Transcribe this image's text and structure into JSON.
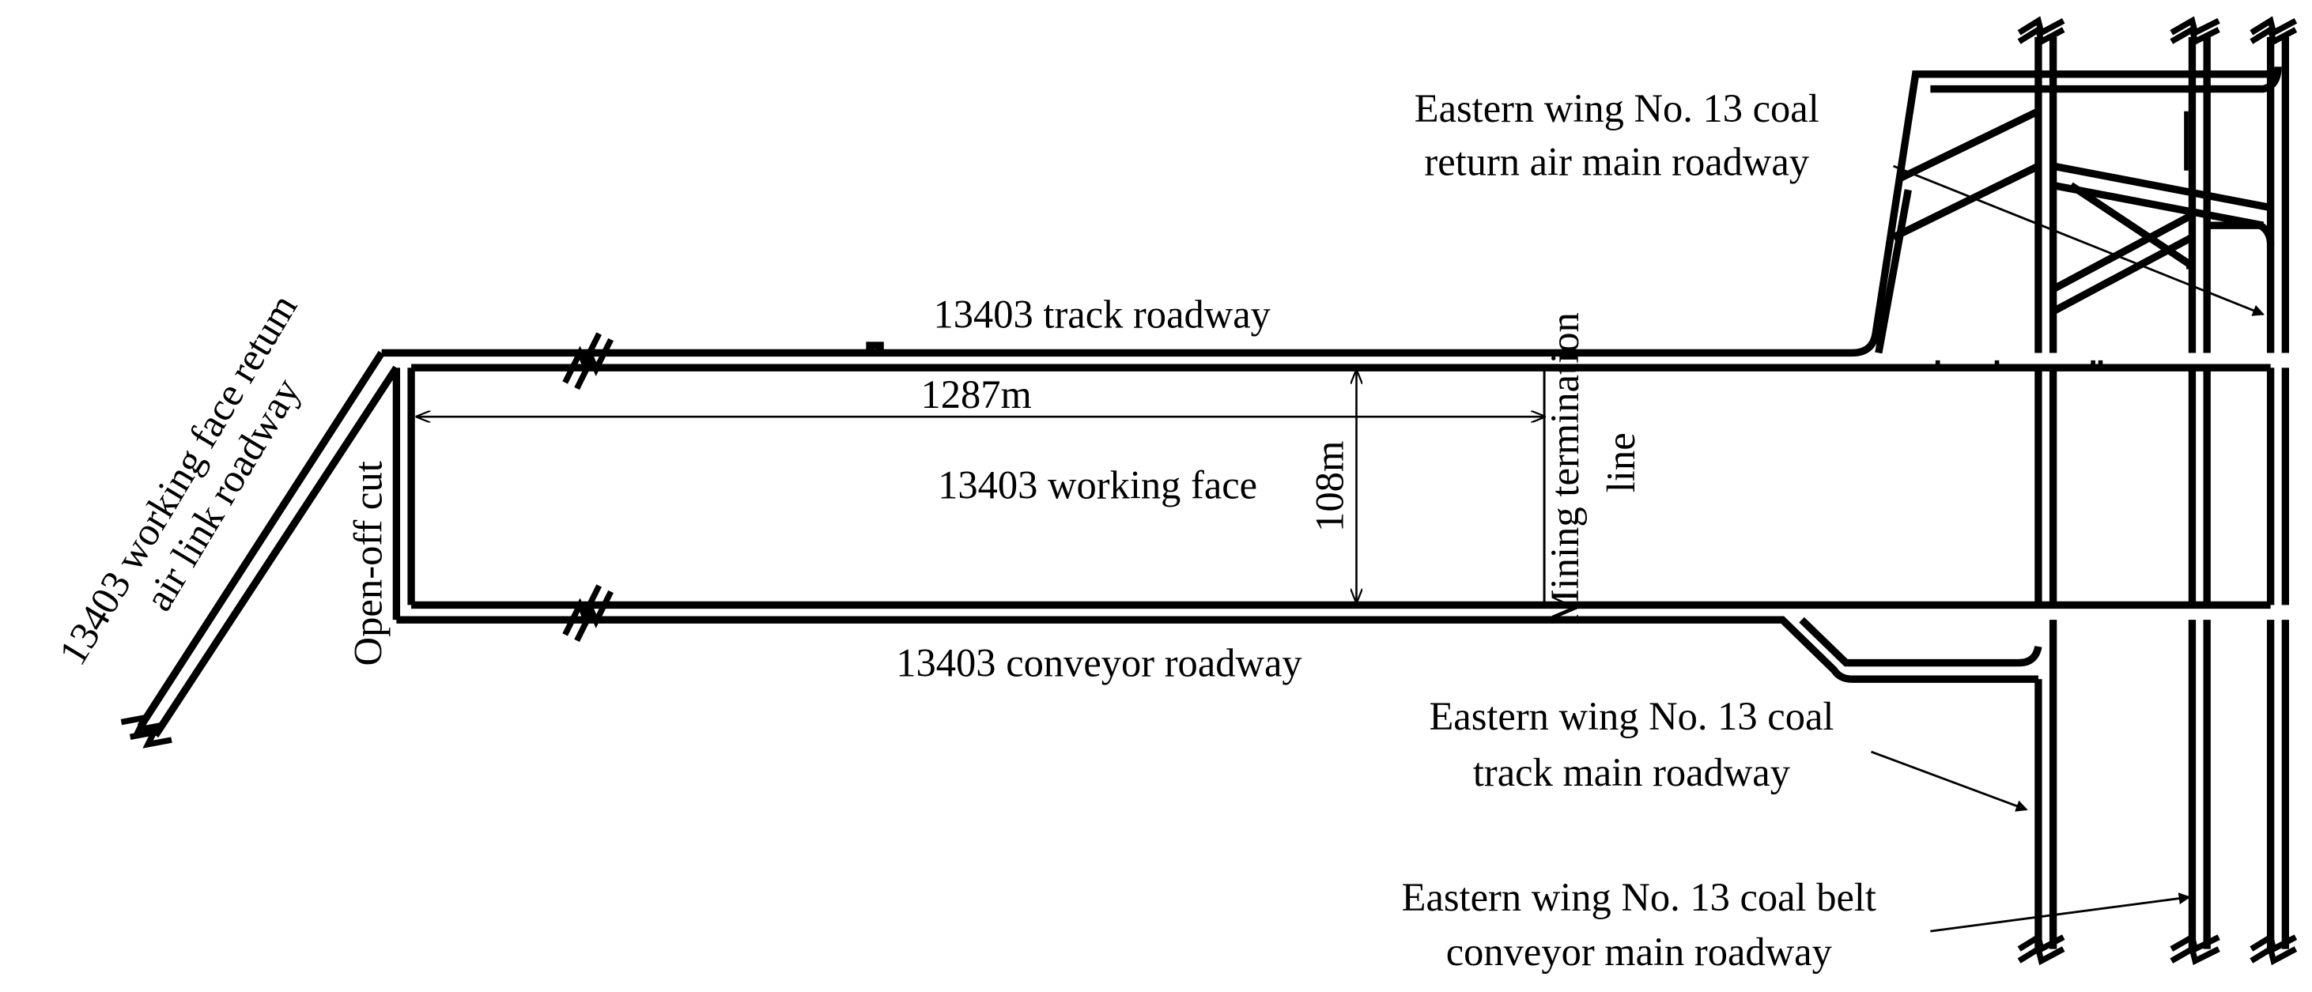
{
  "labels": {
    "track_roadway": "13403 track roadway",
    "length_dim": "1287m",
    "working_face": "13403 working face",
    "width_dim": "108m",
    "conveyor_roadway": "13403 conveyor roadway",
    "open_off_cut": "Open-off cut",
    "return_air_link_line1": "13403 working face retum",
    "return_air_link_line2": "air link roadway",
    "termination_line1": "Mining termination",
    "termination_line2": "line",
    "return_air_main_line1": "Eastern wing No. 13 coal",
    "return_air_main_line2": "return air main roadway",
    "track_main_line1": "Eastern wing No. 13 coal",
    "track_main_line2": "track main roadway",
    "belt_main_line1": "Eastern wing No. 13 coal belt",
    "belt_main_line2": "conveyor main roadway"
  },
  "colors": {
    "line": "#000000",
    "background": "#ffffff"
  }
}
